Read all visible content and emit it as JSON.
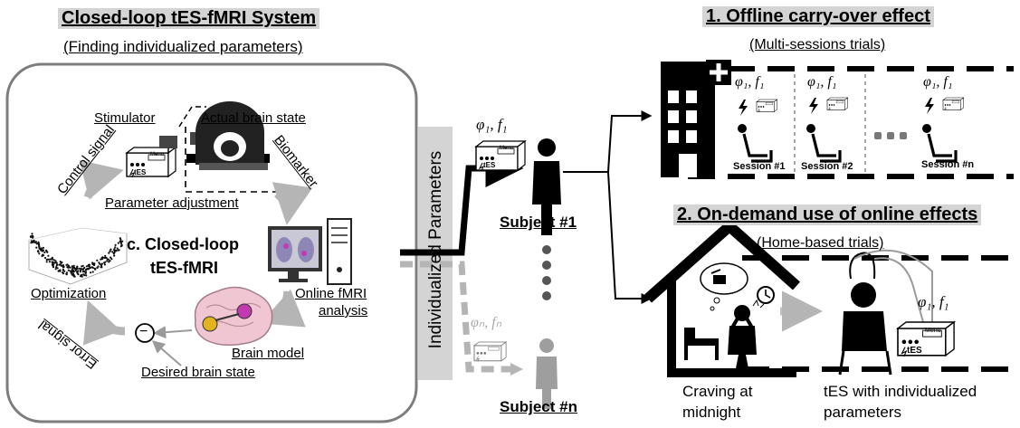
{
  "left_panel": {
    "title": "Closed-loop tES-fMRI System",
    "subtitle": "(Finding individualized parameters)",
    "center_title_line1": "c. Closed-loop",
    "center_title_line2": "tES-fMRI",
    "labels": {
      "stimulator": "Stimulator",
      "actual_brain_state": "Actual brain state",
      "control_signal": "Control signal",
      "biomarker": "Biomarker",
      "parameter_adjustment": "Parameter adjustment",
      "optimization": "Optimization",
      "online_fmri_line1": "Online fMRI",
      "online_fmri_line2": "analysis",
      "brain_model": "Brain model",
      "error_signal": "Error signal",
      "desired_brain_state": "Desired brain state",
      "minus_symbol": "−"
    }
  },
  "middle": {
    "vertical_label": "Individualized Parameters",
    "param_1": "φ₁, f₁",
    "param_n": "φₙ, fₙ",
    "subject_1": "Subject #1",
    "subject_n": "Subject #n"
  },
  "device": {
    "menu_label": "Menu",
    "tes_label": "tES"
  },
  "top_right": {
    "title": "1. Offline carry-over effect",
    "subtitle": "(Multi-sessions trials)",
    "param": "φ₁, f₁",
    "sessions": [
      "Session #1",
      "Session #2",
      "Session #n"
    ]
  },
  "bottom_right": {
    "title": "2. On-demand use of online effects",
    "subtitle": "(Home-based trials)",
    "param": "φ₁, f₁",
    "caption_left_line1": "Craving at",
    "caption_left_line2": "midnight",
    "caption_right_line1": "tES with individualized",
    "caption_right_line2": "parameters"
  },
  "colors": {
    "header_bg": "#d4d4d4",
    "arrow_gray": "#b5b5b5",
    "black": "#000000",
    "brain_pink": "#f0c6d2",
    "roi_yellow": "#e2b21f",
    "roi_magenta": "#c13ab0"
  }
}
